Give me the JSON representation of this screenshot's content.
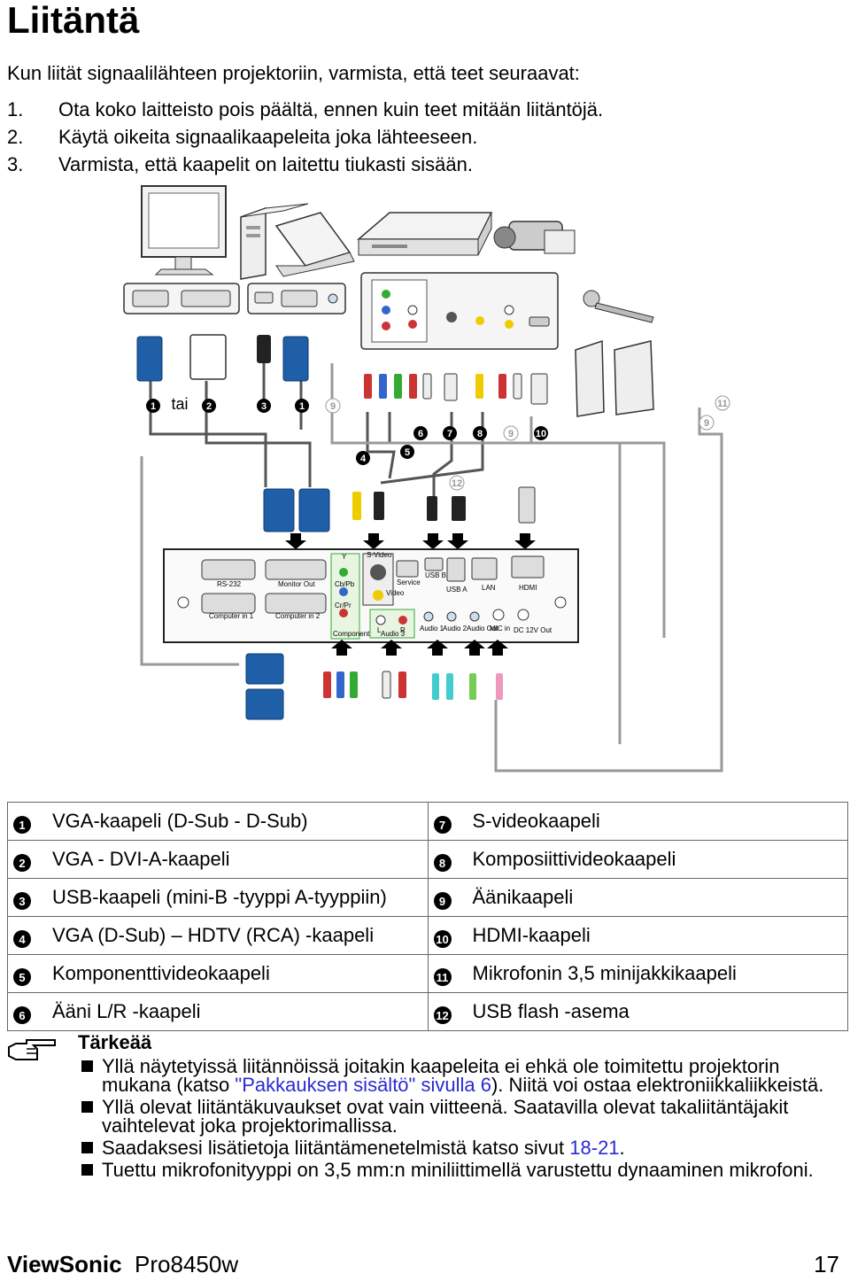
{
  "page": {
    "title": "Liitäntä",
    "intro": "Kun liität signaalilähteen projektoriin, varmista, että teet seuraavat:",
    "steps": [
      {
        "num": "1.",
        "text": "Ota koko laitteisto pois päältä, ennen kuin teet mitään liitäntöjä."
      },
      {
        "num": "2.",
        "text": "Käytä oikeita signaalikaapeleita joka lähteeseen."
      },
      {
        "num": "3.",
        "text": "Varmista, että kaapelit on laitettu tiukasti sisään."
      }
    ]
  },
  "diagram": {
    "tai": "tai",
    "labels": {
      "rs232": "RS-232",
      "monitor_out": "Monitor Out",
      "svideo": "S-Video",
      "service": "Service",
      "usb_b": "USB B",
      "usb_a": "USB A",
      "lan": "LAN",
      "hdmi": "HDMI",
      "computer_in_1": "Computer in 1",
      "computer_in_2": "Computer in 2",
      "y": "Y",
      "cb_pb": "Cb/Pb",
      "cr_pr": "Cr/Pr",
      "component": "Component",
      "video": "Video",
      "audio_l": "L",
      "audio_r": "R",
      "audio3": "Audio 3",
      "audio1": "Audio 1",
      "audio2": "Audio 2",
      "audio_out": "Audio Out",
      "mic_in": "MIC in",
      "dc12v": "DC 12V Out"
    }
  },
  "cables": {
    "left": [
      {
        "n": "1",
        "label": "VGA-kaapeli (D-Sub - D-Sub)"
      },
      {
        "n": "2",
        "label": "VGA - DVI-A-kaapeli"
      },
      {
        "n": "3",
        "label": "USB-kaapeli (mini-B -tyyppi A-tyyppiin)"
      },
      {
        "n": "4",
        "label": "VGA (D-Sub) – HDTV (RCA) -kaapeli"
      },
      {
        "n": "5",
        "label": "Komponenttivideokaapeli"
      },
      {
        "n": "6",
        "label": "Ääni L/R -kaapeli"
      }
    ],
    "right": [
      {
        "n": "7",
        "label": "S-videokaapeli"
      },
      {
        "n": "8",
        "label": "Komposiittivideokaapeli"
      },
      {
        "n": "9",
        "label": "Äänikaapeli"
      },
      {
        "n": "10",
        "label": "HDMI-kaapeli"
      },
      {
        "n": "11",
        "label": "Mikrofonin 3,5 minijakkikaapeli"
      },
      {
        "n": "12",
        "label": "USB flash -asema"
      }
    ]
  },
  "note": {
    "title": "Tärkeää",
    "b1_a": "Yllä näytetyissä liitännöissä joitakin kaapeleita ei ehkä ole toimitettu projektorin mukana (katso ",
    "b1_link": "\"Pakkauksen sisältö\" sivulla 6",
    "b1_b": "). Niitä voi ostaa elektroniikkaliikkeistä.",
    "b2": "Yllä olevat liitäntäkuvaukset ovat vain viitteenä. Saatavilla olevat takaliitäntäjakit vaihtelevat joka projektorimallissa.",
    "b3_a": "Saadaksesi lisätietoja liitäntämenetelmistä katso sivut ",
    "b3_link": "18-21",
    "b3_b": ".",
    "b4": "Tuettu mikrofonityyppi on 3,5 mm:n miniliittimellä varustettu dynaaminen mikrofoni."
  },
  "footer": {
    "brand": "ViewSonic",
    "model": "Pro8450w",
    "page": "17"
  }
}
